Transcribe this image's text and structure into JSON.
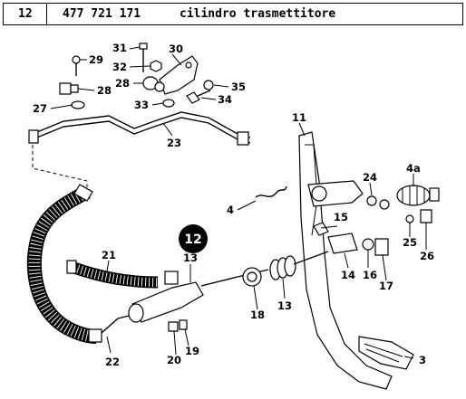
{
  "header": {
    "page_number": "12",
    "part_number": "477 721 171",
    "description": "cilindro trasmettitore"
  },
  "callout": {
    "label": "12"
  },
  "labels": {
    "p3": "3",
    "p4": "4",
    "p4a": "4a",
    "p11": "11",
    "p13a": "13",
    "p13b": "13",
    "p14": "14",
    "p15": "15",
    "p16": "16",
    "p17": "17",
    "p18": "18",
    "p19": "19",
    "p20": "20",
    "p21": "21",
    "p22": "22",
    "p23": "23",
    "p24": "24",
    "p25": "25",
    "p26": "26",
    "p27": "27",
    "p28a": "28",
    "p28b": "28",
    "p29": "29",
    "p30": "30",
    "p31": "31",
    "p32": "32",
    "p33": "33",
    "p34": "34",
    "p35": "35"
  }
}
